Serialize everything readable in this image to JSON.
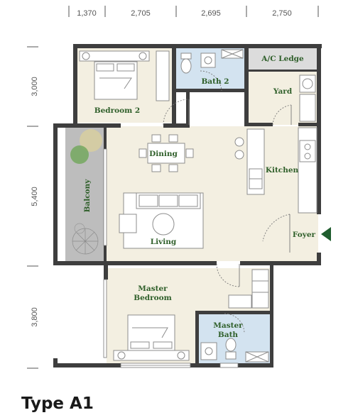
{
  "title": "Type A1",
  "dimensions": {
    "top": [
      "1,370",
      "2,705",
      "2,695",
      "2,750"
    ],
    "left": [
      "3,000",
      "5,400",
      "3,800"
    ]
  },
  "rooms": {
    "bedroom2": "Bedroom 2",
    "bath2": "Bath 2",
    "ac_ledge": "A/C Ledge",
    "yard": "Yard",
    "dining": "Dining",
    "kitchen": "Kitchen",
    "balcony": "Balcony",
    "living": "Living",
    "foyer": "Foyer",
    "master_bedroom_line1": "Master",
    "master_bedroom_line2": "Bedroom",
    "master_bath_line1": "Master",
    "master_bath_line2": "Bath"
  },
  "colors": {
    "floor": "#f3efe1",
    "bath": "#d3e3f0",
    "ledge": "#dcdcdc",
    "balcony": "#bdbdbd",
    "label": "#2f5f2a",
    "entry_arrow": "#1f5d2e"
  },
  "icons": [
    "entry-arrow-icon",
    "bed-icon",
    "sofa-icon",
    "dining-table-icon",
    "toilet-icon",
    "sink-icon",
    "stove-icon",
    "plant-icon"
  ]
}
